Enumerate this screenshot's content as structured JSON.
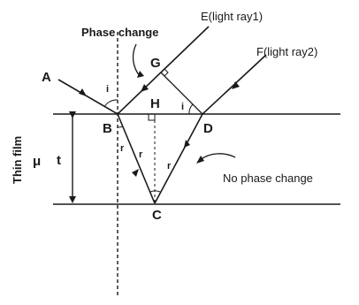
{
  "labels": {
    "phase_change": "Phase change",
    "ray_e": "E(light ray1)",
    "ray_f": "F(light ray2)",
    "no_phase_change": "No phase change",
    "film_label": "Thin film",
    "mu": "μ",
    "thickness": "t"
  },
  "points": {
    "a": "A",
    "b": "B",
    "c": "C",
    "d": "D",
    "g": "G",
    "h": "H"
  },
  "angles": {
    "incidence": "i",
    "refraction": "r"
  },
  "colors": {
    "ink": "#1a1a1a"
  }
}
